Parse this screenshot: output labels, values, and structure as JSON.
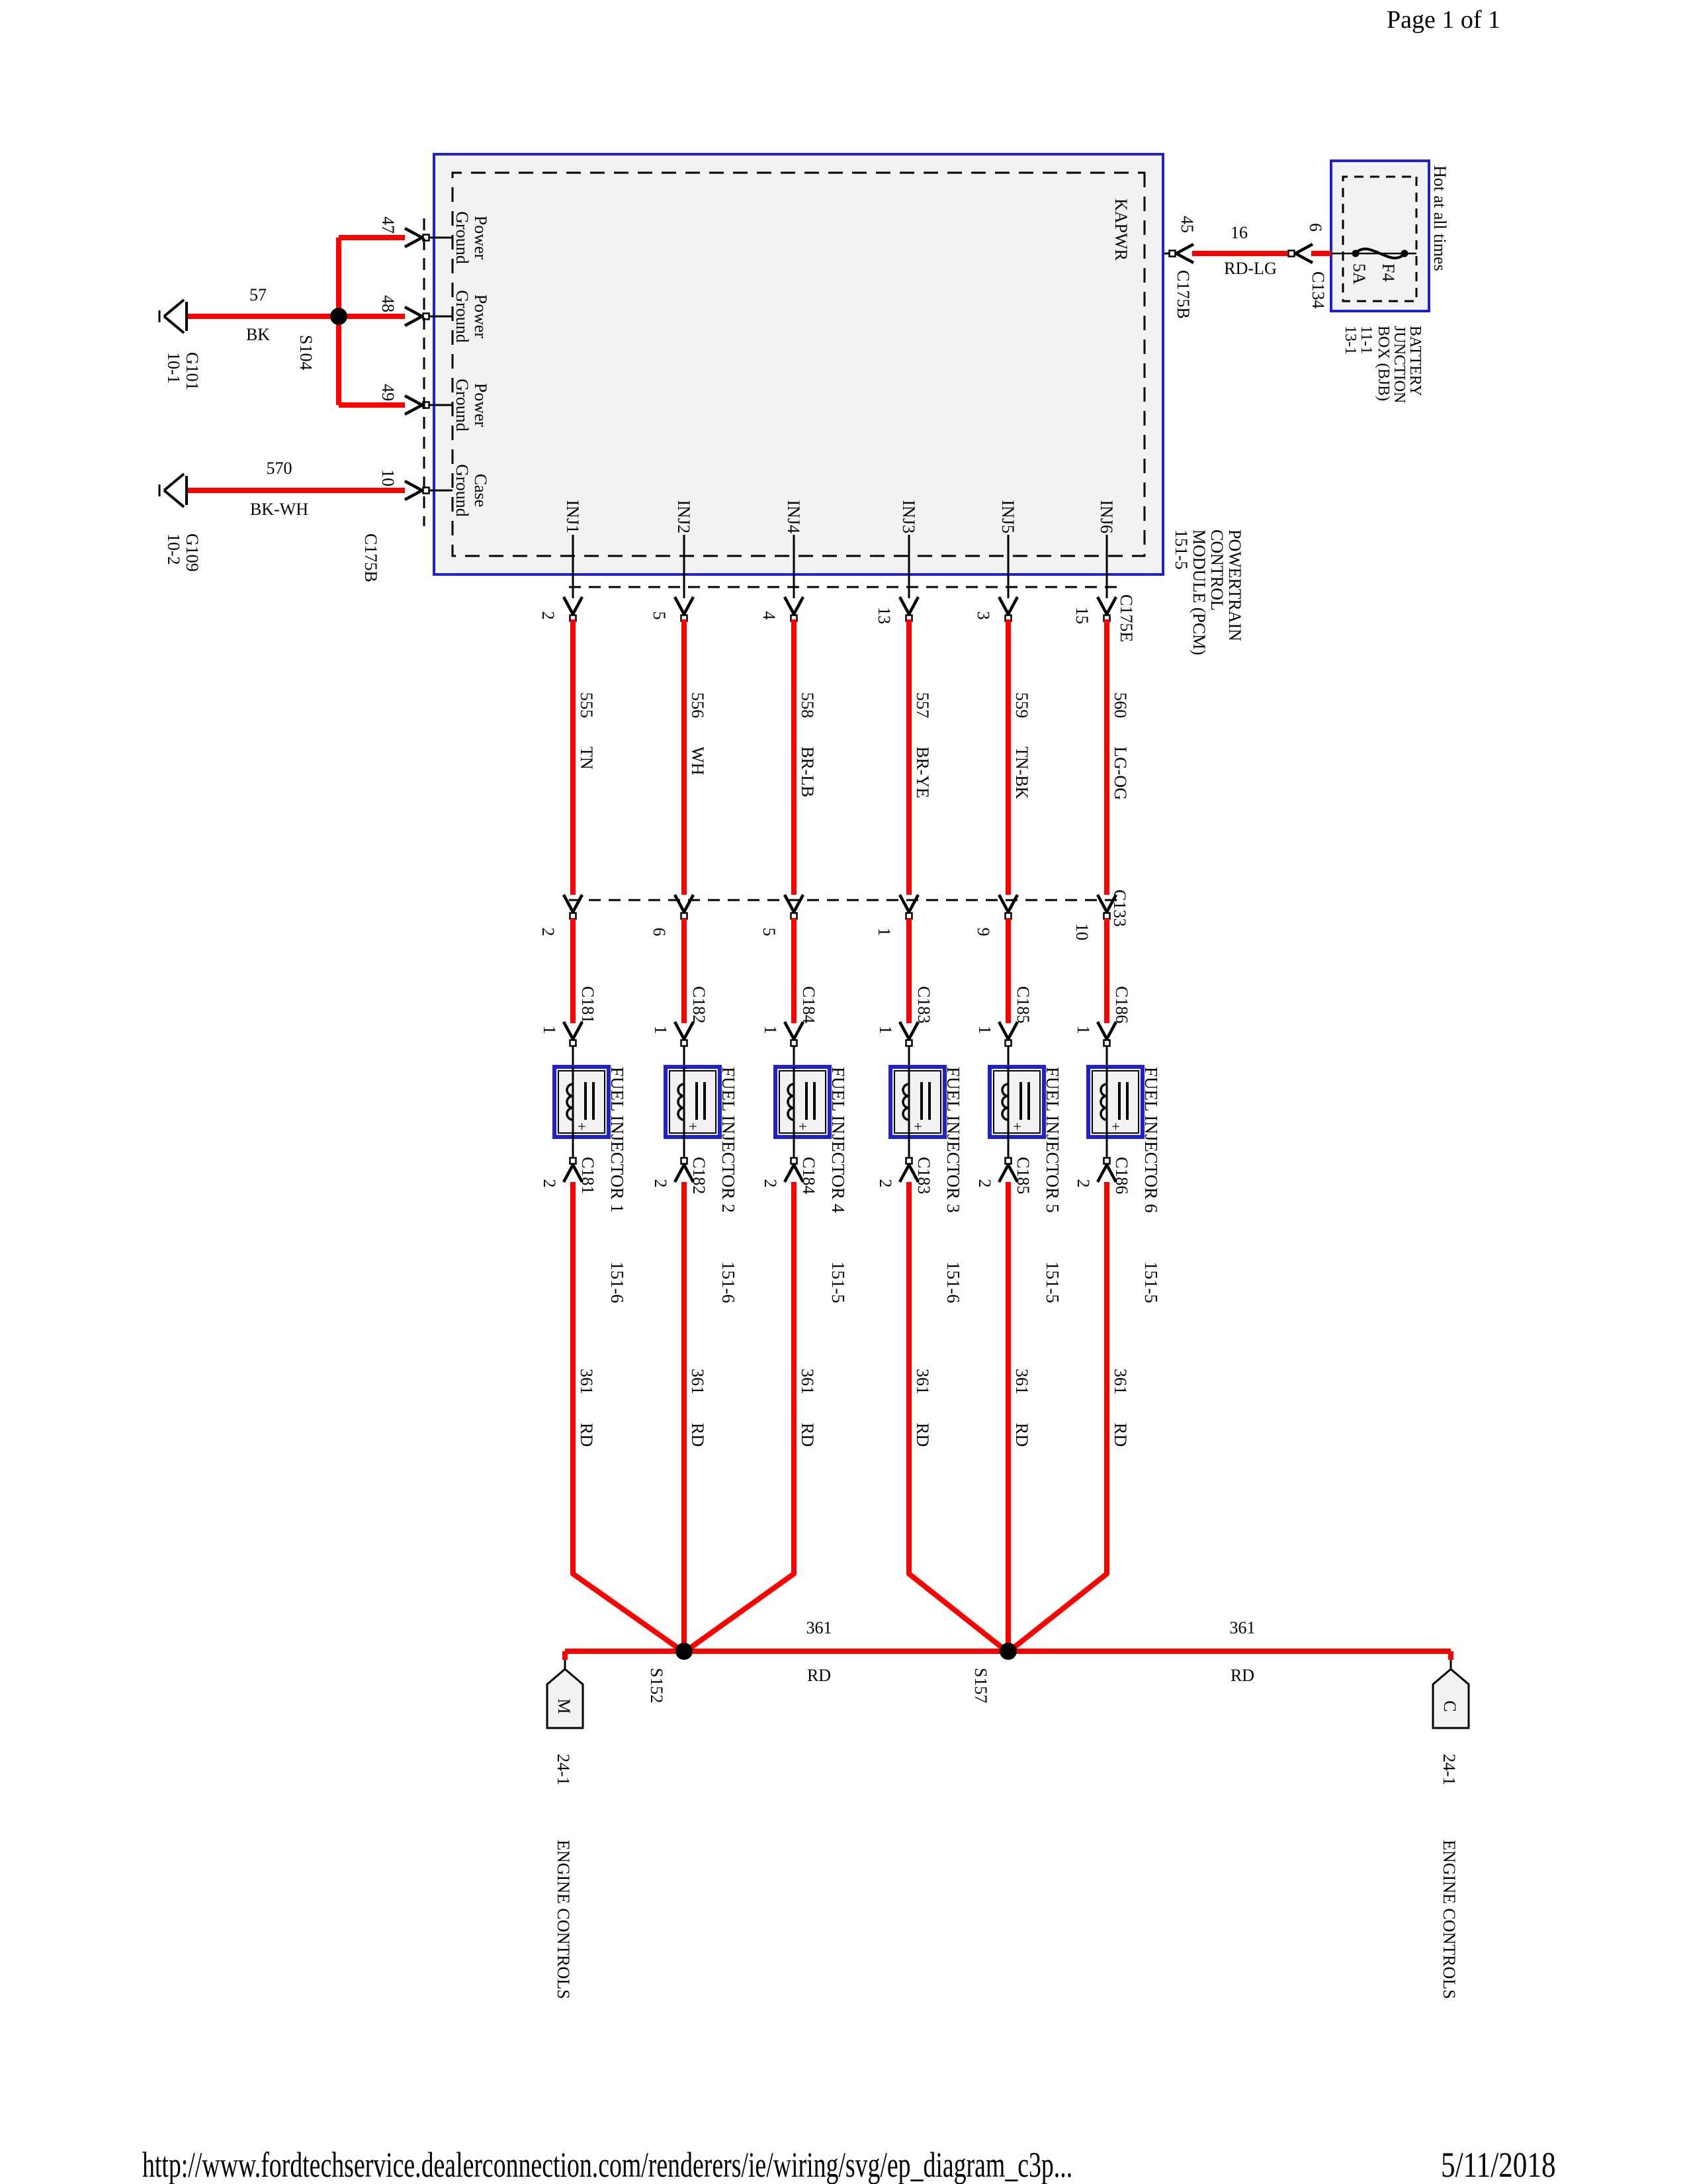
{
  "page": {
    "header": "Page 1 of 1",
    "footer_url": "http://www.fordtechservice.dealerconnection.com/renderers/ie/wiring/svg/ep_diagram_c3p...",
    "footer_date": "5/11/2018"
  },
  "colors": {
    "wire_red": "#ff0000",
    "component_blue": "#2020cc",
    "component_fill": "#f2f2f2"
  },
  "battery": {
    "hot_label": "Hot at all times",
    "fuse_name": "F4",
    "fuse_rating": "5A",
    "box_lines": [
      "BATTERY",
      "JUNCTION",
      "BOX (BJB)",
      "11-1",
      "13-1"
    ]
  },
  "feed": {
    "circuit": "16",
    "color": "RD-LG",
    "bjb_pin": "6",
    "bjb_conn": "C134",
    "pcm_pin": "45",
    "pcm_conn": "C175B",
    "pcm_signal": "KAPWR"
  },
  "pcm": {
    "label_lines": [
      "POWERTRAIN",
      "CONTROL",
      "MODULE (PCM)",
      "151-5"
    ]
  },
  "ground_pins": [
    {
      "pin": "47",
      "line1": "Power",
      "line2": "Ground"
    },
    {
      "pin": "48",
      "line1": "Power",
      "line2": "Ground"
    },
    {
      "pin": "49",
      "line1": "Power",
      "line2": "Ground"
    },
    {
      "pin": "10",
      "line1": "Case",
      "line2": "Ground"
    }
  ],
  "ground_section": {
    "conn": "C175B",
    "splice": "S104",
    "g101": {
      "circuit": "57",
      "color": "BK",
      "name": "G101",
      "page": "10-1"
    },
    "g109": {
      "circuit": "570",
      "color": "BK-WH",
      "name": "G109",
      "page": "10-2"
    }
  },
  "c175e": "C175E",
  "c133": "C133",
  "inj_pin1": "1",
  "inj_pin2": "2",
  "polarity": "+",
  "injectors": [
    {
      "pcm_pin": "INJ6",
      "c175e_pin": "15",
      "circuit": "560",
      "color": "LG-OG",
      "c133_pin": "10",
      "conn": "C186",
      "name": "FUEL INJECTOR 6",
      "page": "151-5",
      "out_circuit": "361",
      "out_color": "RD"
    },
    {
      "pcm_pin": "INJ5",
      "c175e_pin": "3",
      "circuit": "559",
      "color": "TN-BK",
      "c133_pin": "9",
      "conn": "C185",
      "name": "FUEL INJECTOR 5",
      "page": "151-5",
      "out_circuit": "361",
      "out_color": "RD"
    },
    {
      "pcm_pin": "INJ3",
      "c175e_pin": "13",
      "circuit": "557",
      "color": "BR-YE",
      "c133_pin": "1",
      "conn": "C183",
      "name": "FUEL INJECTOR 3",
      "page": "151-6",
      "out_circuit": "361",
      "out_color": "RD"
    },
    {
      "pcm_pin": "INJ4",
      "c175e_pin": "4",
      "circuit": "558",
      "color": "BR-LB",
      "c133_pin": "5",
      "conn": "C184",
      "name": "FUEL INJECTOR 4",
      "page": "151-5",
      "out_circuit": "361",
      "out_color": "RD"
    },
    {
      "pcm_pin": "INJ2",
      "c175e_pin": "5",
      "circuit": "556",
      "color": "WH",
      "c133_pin": "6",
      "conn": "C182",
      "name": "FUEL INJECTOR 2",
      "page": "151-6",
      "out_circuit": "361",
      "out_color": "RD"
    },
    {
      "pcm_pin": "INJ1",
      "c175e_pin": "2",
      "circuit": "555",
      "color": "TN",
      "c133_pin": "2",
      "conn": "C181",
      "name": "FUEL INJECTOR 1",
      "page": "151-6",
      "out_circuit": "361",
      "out_color": "RD"
    }
  ],
  "bus": {
    "splice_left": "S152",
    "splice_right": "S157",
    "seg1": {
      "circuit": "361",
      "color": "RD"
    },
    "seg2": {
      "circuit": "361",
      "color": "RD"
    },
    "m_flag": "M",
    "c_flag": "C",
    "m_ref": "24-1",
    "c_ref": "24-1",
    "dest_left": "ENGINE CONTROLS",
    "dest_right": "ENGINE CONTROLS"
  }
}
